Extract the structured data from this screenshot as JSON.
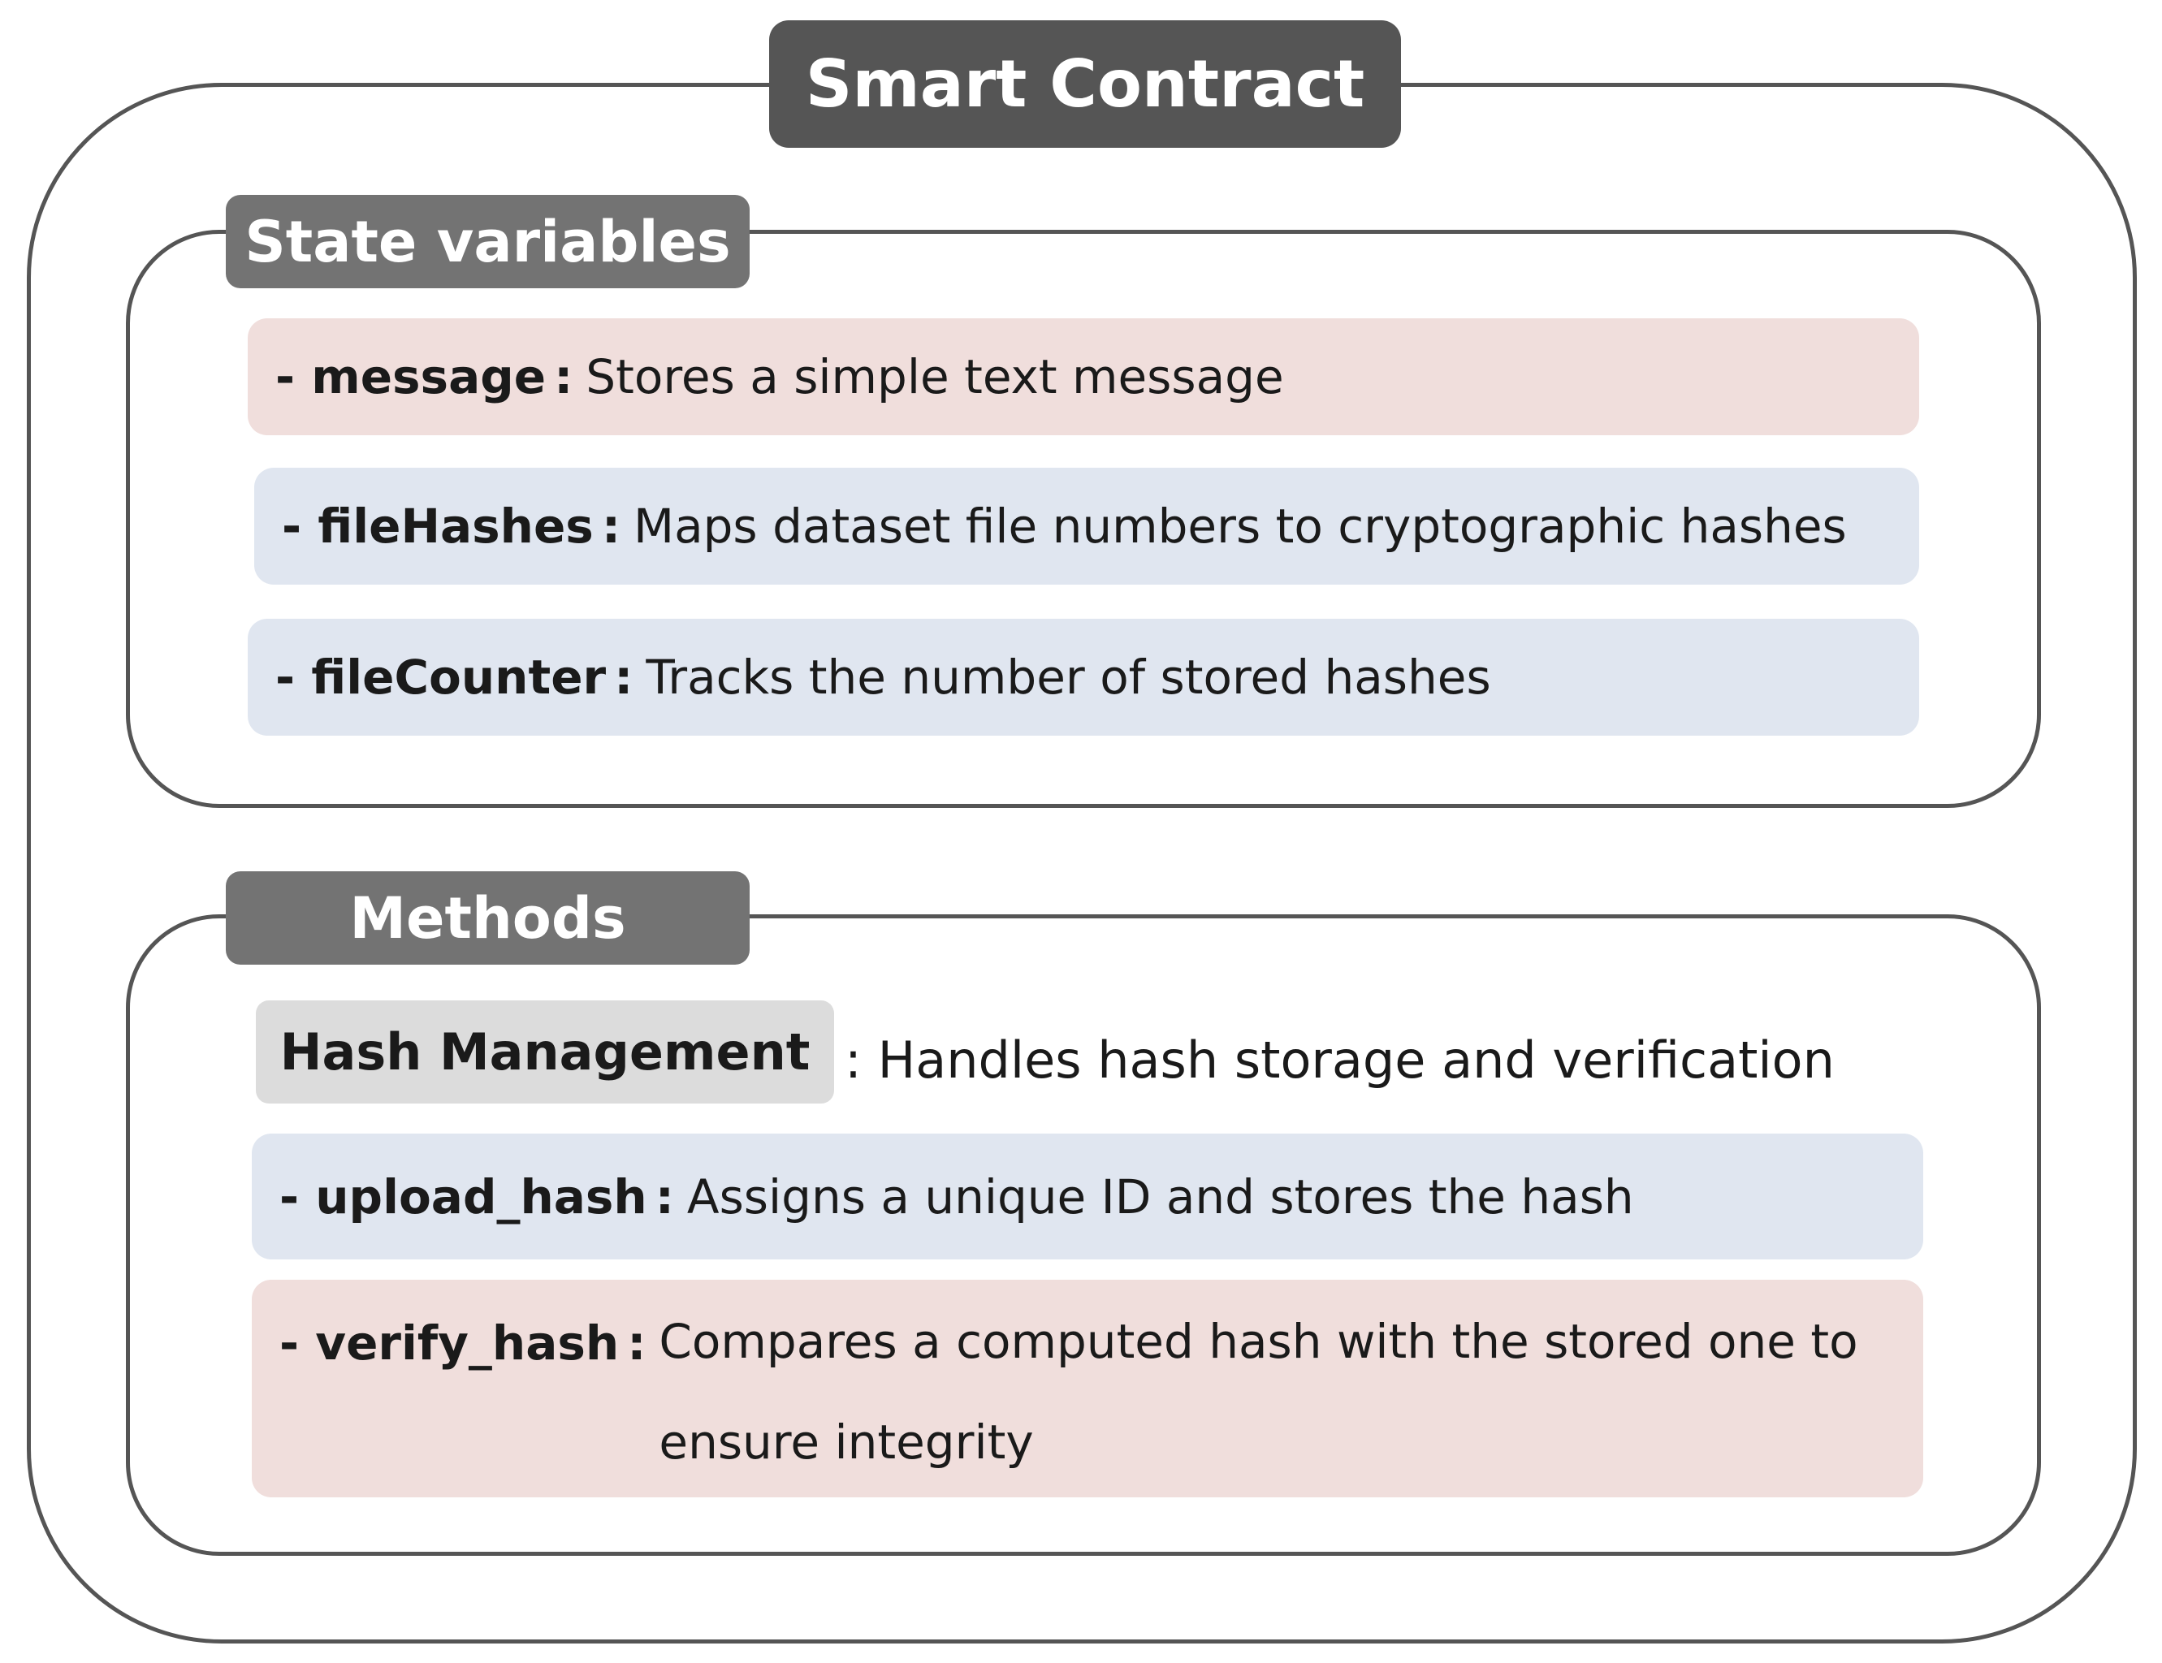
{
  "title": "Smart Contract",
  "state_variables": {
    "label": "State variables",
    "items": [
      {
        "name": "- message",
        "sep": ":",
        "description": "Stores a simple text message",
        "color": "#f0dedc"
      },
      {
        "name": "- fileHashes",
        "sep": ":",
        "description": "Maps dataset file numbers to cryptographic hashes",
        "color": "#e0e6f0"
      },
      {
        "name": "- fileCounter",
        "sep": ":",
        "description": "Tracks the number of stored hashes",
        "color": "#e0e6f0"
      }
    ]
  },
  "methods": {
    "label": "Methods",
    "group": {
      "name": "Hash Management",
      "description": ": Handles hash storage and verification"
    },
    "items": [
      {
        "name": "- upload_hash",
        "sep": ":",
        "description": "Assigns a unique ID and stores the hash",
        "color": "#e0e6f0"
      },
      {
        "name": "- verify_hash",
        "sep": ":",
        "description": "Compares a computed hash with the stored one to ensure integrity",
        "color": "#f0dedc"
      }
    ]
  },
  "colors": {
    "frame": "#555555",
    "title_bg": "#555555",
    "section_tag_bg": "#737373",
    "chip_bg": "#dcdcdc"
  }
}
